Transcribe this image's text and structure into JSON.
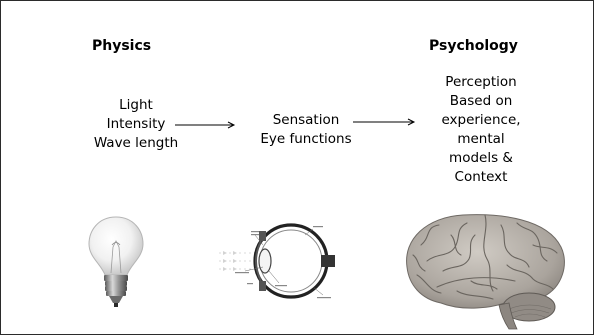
{
  "columns": {
    "physics": {
      "heading": "Physics",
      "lines": [
        "Light",
        "Intensity",
        "Wave length"
      ]
    },
    "sensation": {
      "lines": [
        "Sensation",
        "Eye functions"
      ]
    },
    "psychology": {
      "heading": "Psychology",
      "lines": [
        "Perception",
        "Based on",
        "experience,",
        "mental",
        "models &",
        "Context"
      ]
    }
  },
  "illustrations": {
    "physics": "light-bulb-icon",
    "sensation": "eye-diagram-icon",
    "psychology": "brain-icon"
  },
  "colors": {
    "frame": "#2b2b2b",
    "slide": "#ffffff",
    "text": "#000000",
    "brain": "#b9b4ad"
  }
}
